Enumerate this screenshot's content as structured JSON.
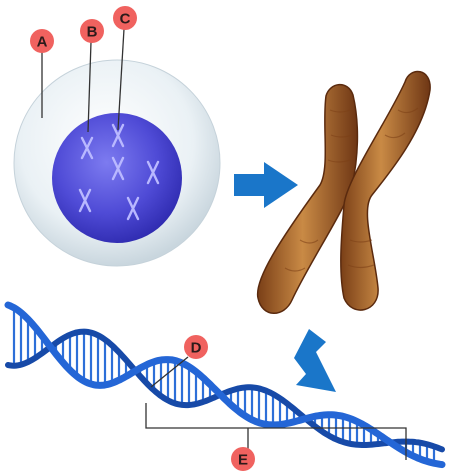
{
  "labels": {
    "a": "A",
    "b": "B",
    "c": "C",
    "d": "D",
    "e": "E"
  },
  "colors": {
    "background": "#ffffff",
    "cell_body": "#dfe9ef",
    "nucleus": "#4f4bd6",
    "chromosome": "#b9702f",
    "arrow": "#1a76c9",
    "dna_backbone": "#1f5fc9",
    "dna_rungs": "#2d6fd8",
    "label_circle": "#f0625f",
    "leader_line": "#333333"
  },
  "icons": [
    "right-arrow-icon",
    "down-arrow-icon"
  ]
}
